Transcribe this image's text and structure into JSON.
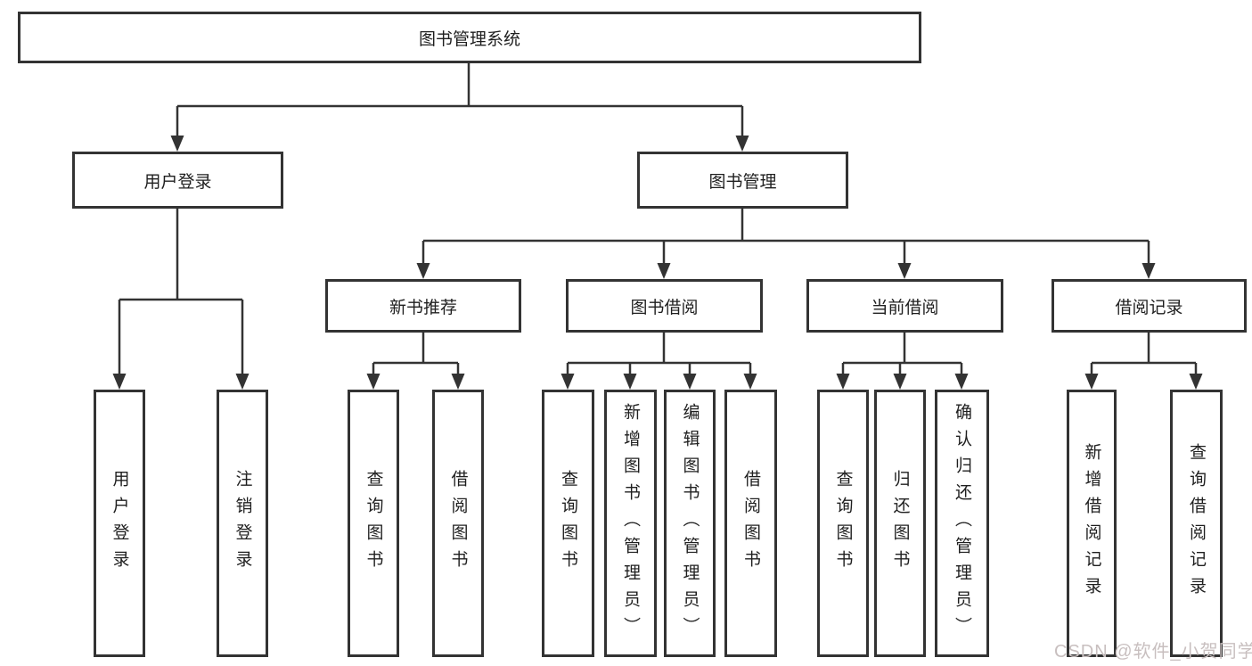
{
  "tree": {
    "root": {
      "label": "图书管理系统"
    },
    "level2": [
      {
        "label": "用户登录"
      },
      {
        "label": "图书管理"
      }
    ],
    "level3": [
      {
        "label": "新书推荐"
      },
      {
        "label": "图书借阅"
      },
      {
        "label": "当前借阅"
      },
      {
        "label": "借阅记录"
      }
    ],
    "level4": [
      {
        "parent": "用户登录",
        "items": [
          {
            "label": "用户登录"
          },
          {
            "label": "注销登录"
          }
        ]
      },
      {
        "parent": "新书推荐",
        "items": [
          {
            "label": "查询图书"
          },
          {
            "label": "借阅图书"
          }
        ]
      },
      {
        "parent": "图书借阅",
        "items": [
          {
            "label": "查询图书"
          },
          {
            "label": "新增图书（管理员）"
          },
          {
            "label": "编辑图书（管理员）"
          },
          {
            "label": "借阅图书"
          }
        ]
      },
      {
        "parent": "当前借阅",
        "items": [
          {
            "label": "查询图书"
          },
          {
            "label": "归还图书"
          },
          {
            "label": "确认归还（管理员）"
          }
        ]
      },
      {
        "parent": "借阅记录",
        "items": [
          {
            "label": "新增借阅记录"
          },
          {
            "label": "查询借阅记录"
          }
        ]
      }
    ]
  },
  "watermark": "CSDN @软件_小贺同学",
  "colors": {
    "line": "#333333",
    "text": "#1f1f1f",
    "background": "#ffffff",
    "watermark": "#c8bfbf"
  }
}
